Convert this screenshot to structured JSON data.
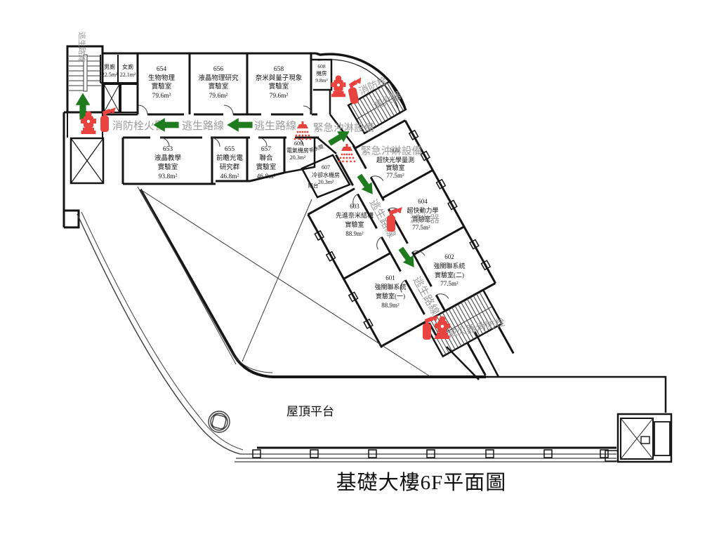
{
  "title": "基礎大樓6F平面圖",
  "roof": {
    "label": "屋頂平台"
  },
  "colors": {
    "wall": "#141414",
    "annotation_gray": "#9b9b9b",
    "arrow_green": "#1e7b1e",
    "fire_red": "#e8433e"
  },
  "rooms": [
    {
      "num": "654",
      "line1": "生物物理",
      "line2": "實驗室",
      "area": "79.6m²"
    },
    {
      "num": "656",
      "line1": "液晶物理研究",
      "line2": "實驗室",
      "area": "79.6m²"
    },
    {
      "num": "658",
      "line1": "奈米與量子現象",
      "line2": "實驗室",
      "area": "79.6m²"
    },
    {
      "num": "608",
      "line1": "機房",
      "area": "9.8m²"
    },
    {
      "num": "653",
      "line1": "液晶教學",
      "line2": "實驗室",
      "area": "93.8m²"
    },
    {
      "num": "655",
      "line1": "前瞻光電",
      "line2": "研究群",
      "area": "46.8m²"
    },
    {
      "num": "657",
      "line1": "聯合",
      "line2": "實驗室",
      "area": "46.8m²"
    },
    {
      "num": "609",
      "line1": "電氣機房",
      "area": "20.3m²"
    },
    {
      "num": "607",
      "line1": "冷卻水機房",
      "area": "20.3m²"
    },
    {
      "num": "606",
      "line1": "超快光學量測",
      "line2": "實驗室",
      "area": "77.5m²"
    },
    {
      "num": "604",
      "line1": "超快動力學",
      "line2": "實驗室",
      "area": "77.5m²"
    },
    {
      "num": "602",
      "line1": "強關聯系統",
      "line2": "實驗室(二)",
      "area": "77.5m²"
    },
    {
      "num": "603",
      "line1": "先進奈米結構",
      "line2": "實驗室",
      "area": "88.9m²"
    },
    {
      "num": "601",
      "line1": "強關聯系統",
      "line2": "實驗室(一)",
      "area": "88.9m²"
    }
  ],
  "facilities": {
    "mens_toilet": {
      "label": "男廁",
      "area": "22.5m²"
    },
    "womens_toilet": {
      "label": "女廁",
      "area": "22.1m²"
    },
    "pantry": "茶水間",
    "balcony": "陽台"
  },
  "annotations": {
    "escape_route": "逃生路線",
    "hydrant_alarm": "消防栓火警",
    "hydrant": "消防栓",
    "extinguisher": "滅火器",
    "extinguisher_hydrant": "滅火器消防栓",
    "emergency_shower": "緊急沖淋設備"
  }
}
